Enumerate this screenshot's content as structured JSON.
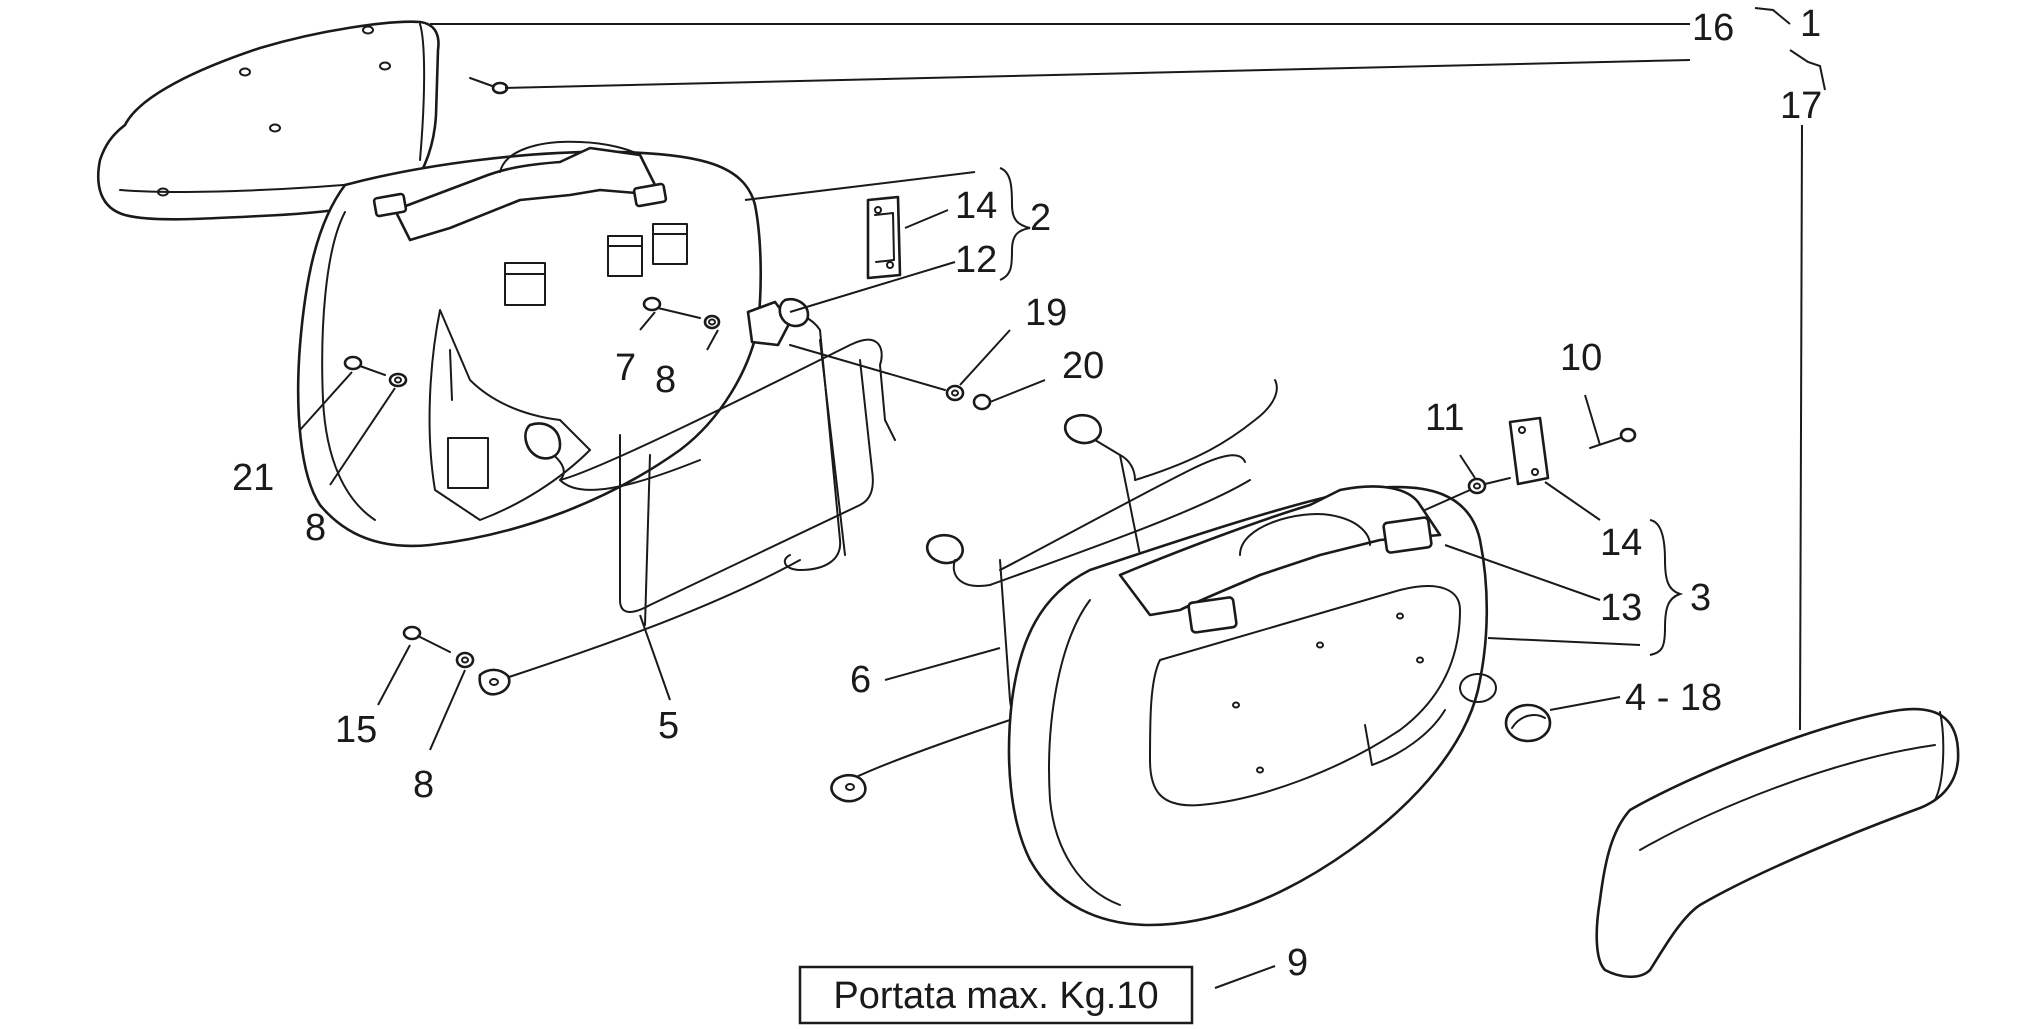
{
  "callouts": [
    "16",
    "1",
    "17",
    "14",
    "2",
    "12",
    "19",
    "7",
    "8",
    "20",
    "21",
    "8",
    "10",
    "11",
    "14",
    "3",
    "13",
    "6",
    "4 - 18",
    "15",
    "8",
    "5",
    "9"
  ],
  "note": {
    "text": "Portata max. Kg.10"
  }
}
